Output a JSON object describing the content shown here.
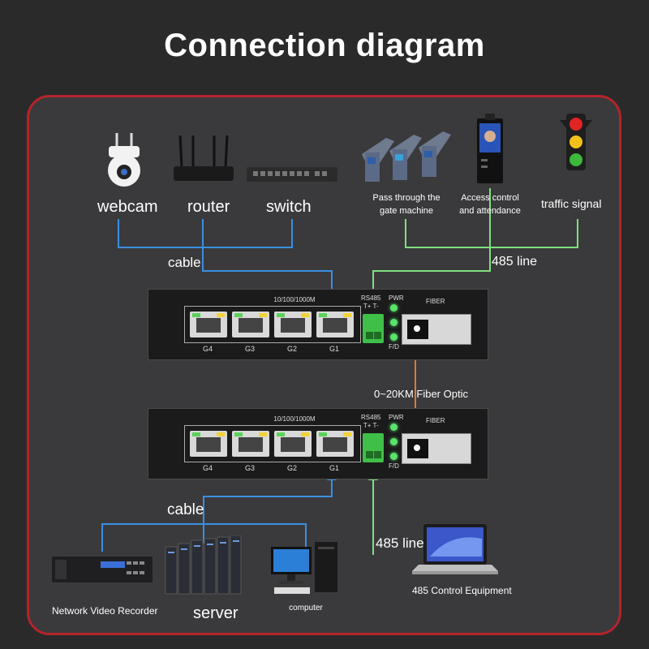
{
  "title": "Connection diagram",
  "colors": {
    "border": "#b3242a",
    "blue_line": "#3a8fe0",
    "green_line": "#7ee07e",
    "orange_line": "#e07a2a"
  },
  "top_devices": {
    "webcam": "webcam",
    "router": "router",
    "switch": "switch",
    "gate": "Pass through the gate machine",
    "access": "Access control and attendance",
    "traffic": "traffic signal"
  },
  "connections": {
    "cable_top": "cable",
    "line_485_top": "485 line",
    "fiber": "0~20KM Fiber Optic",
    "cable_bottom": "cable",
    "line_485_bottom": "485 line"
  },
  "converter": {
    "speed": "10/100/1000M",
    "ports": [
      "G4",
      "G3",
      "G2",
      "G1"
    ],
    "rs485": "RS485",
    "terminals": "T+ T-",
    "pwr": "PWR",
    "fd": "F/D",
    "fiber": "FIBER"
  },
  "bottom_devices": {
    "nvr": "Network Video Recorder",
    "server": "server",
    "computer": "computer",
    "control": "485 Control Equipment"
  }
}
